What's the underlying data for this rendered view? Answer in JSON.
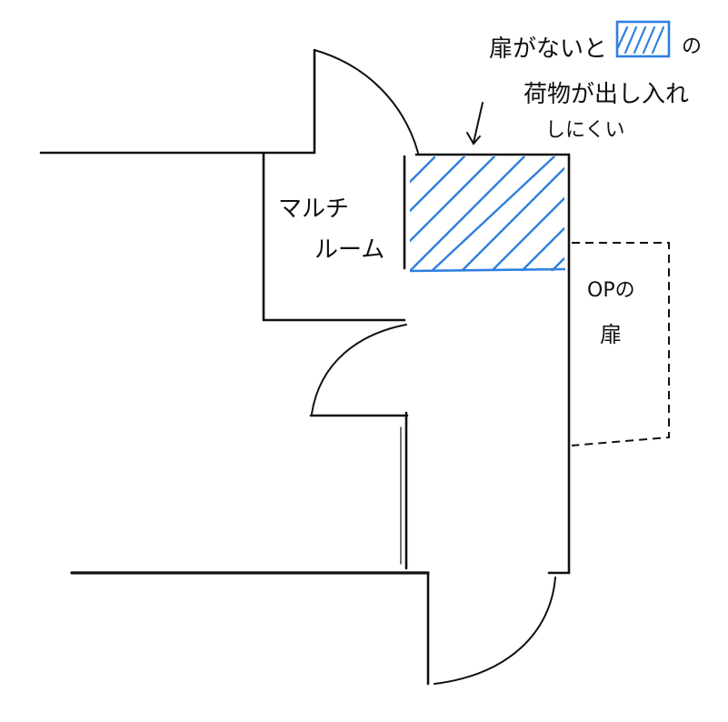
{
  "labels": {
    "multi_room_line1": "マルチ",
    "multi_room_line2": "ルーム",
    "op_door_line1": "OPの",
    "op_door_line2": "扉",
    "note_line1_a": "扉がないと",
    "note_line1_b": "の",
    "note_line2": "荷物が出し入れ",
    "note_line3": "しにくい"
  },
  "colors": {
    "ink": "#111111",
    "accent": "#2f7fe0",
    "background": "#ffffff"
  },
  "icons": {
    "pointer": "down-arrow-icon",
    "legend": "hatched-swatch-icon"
  }
}
